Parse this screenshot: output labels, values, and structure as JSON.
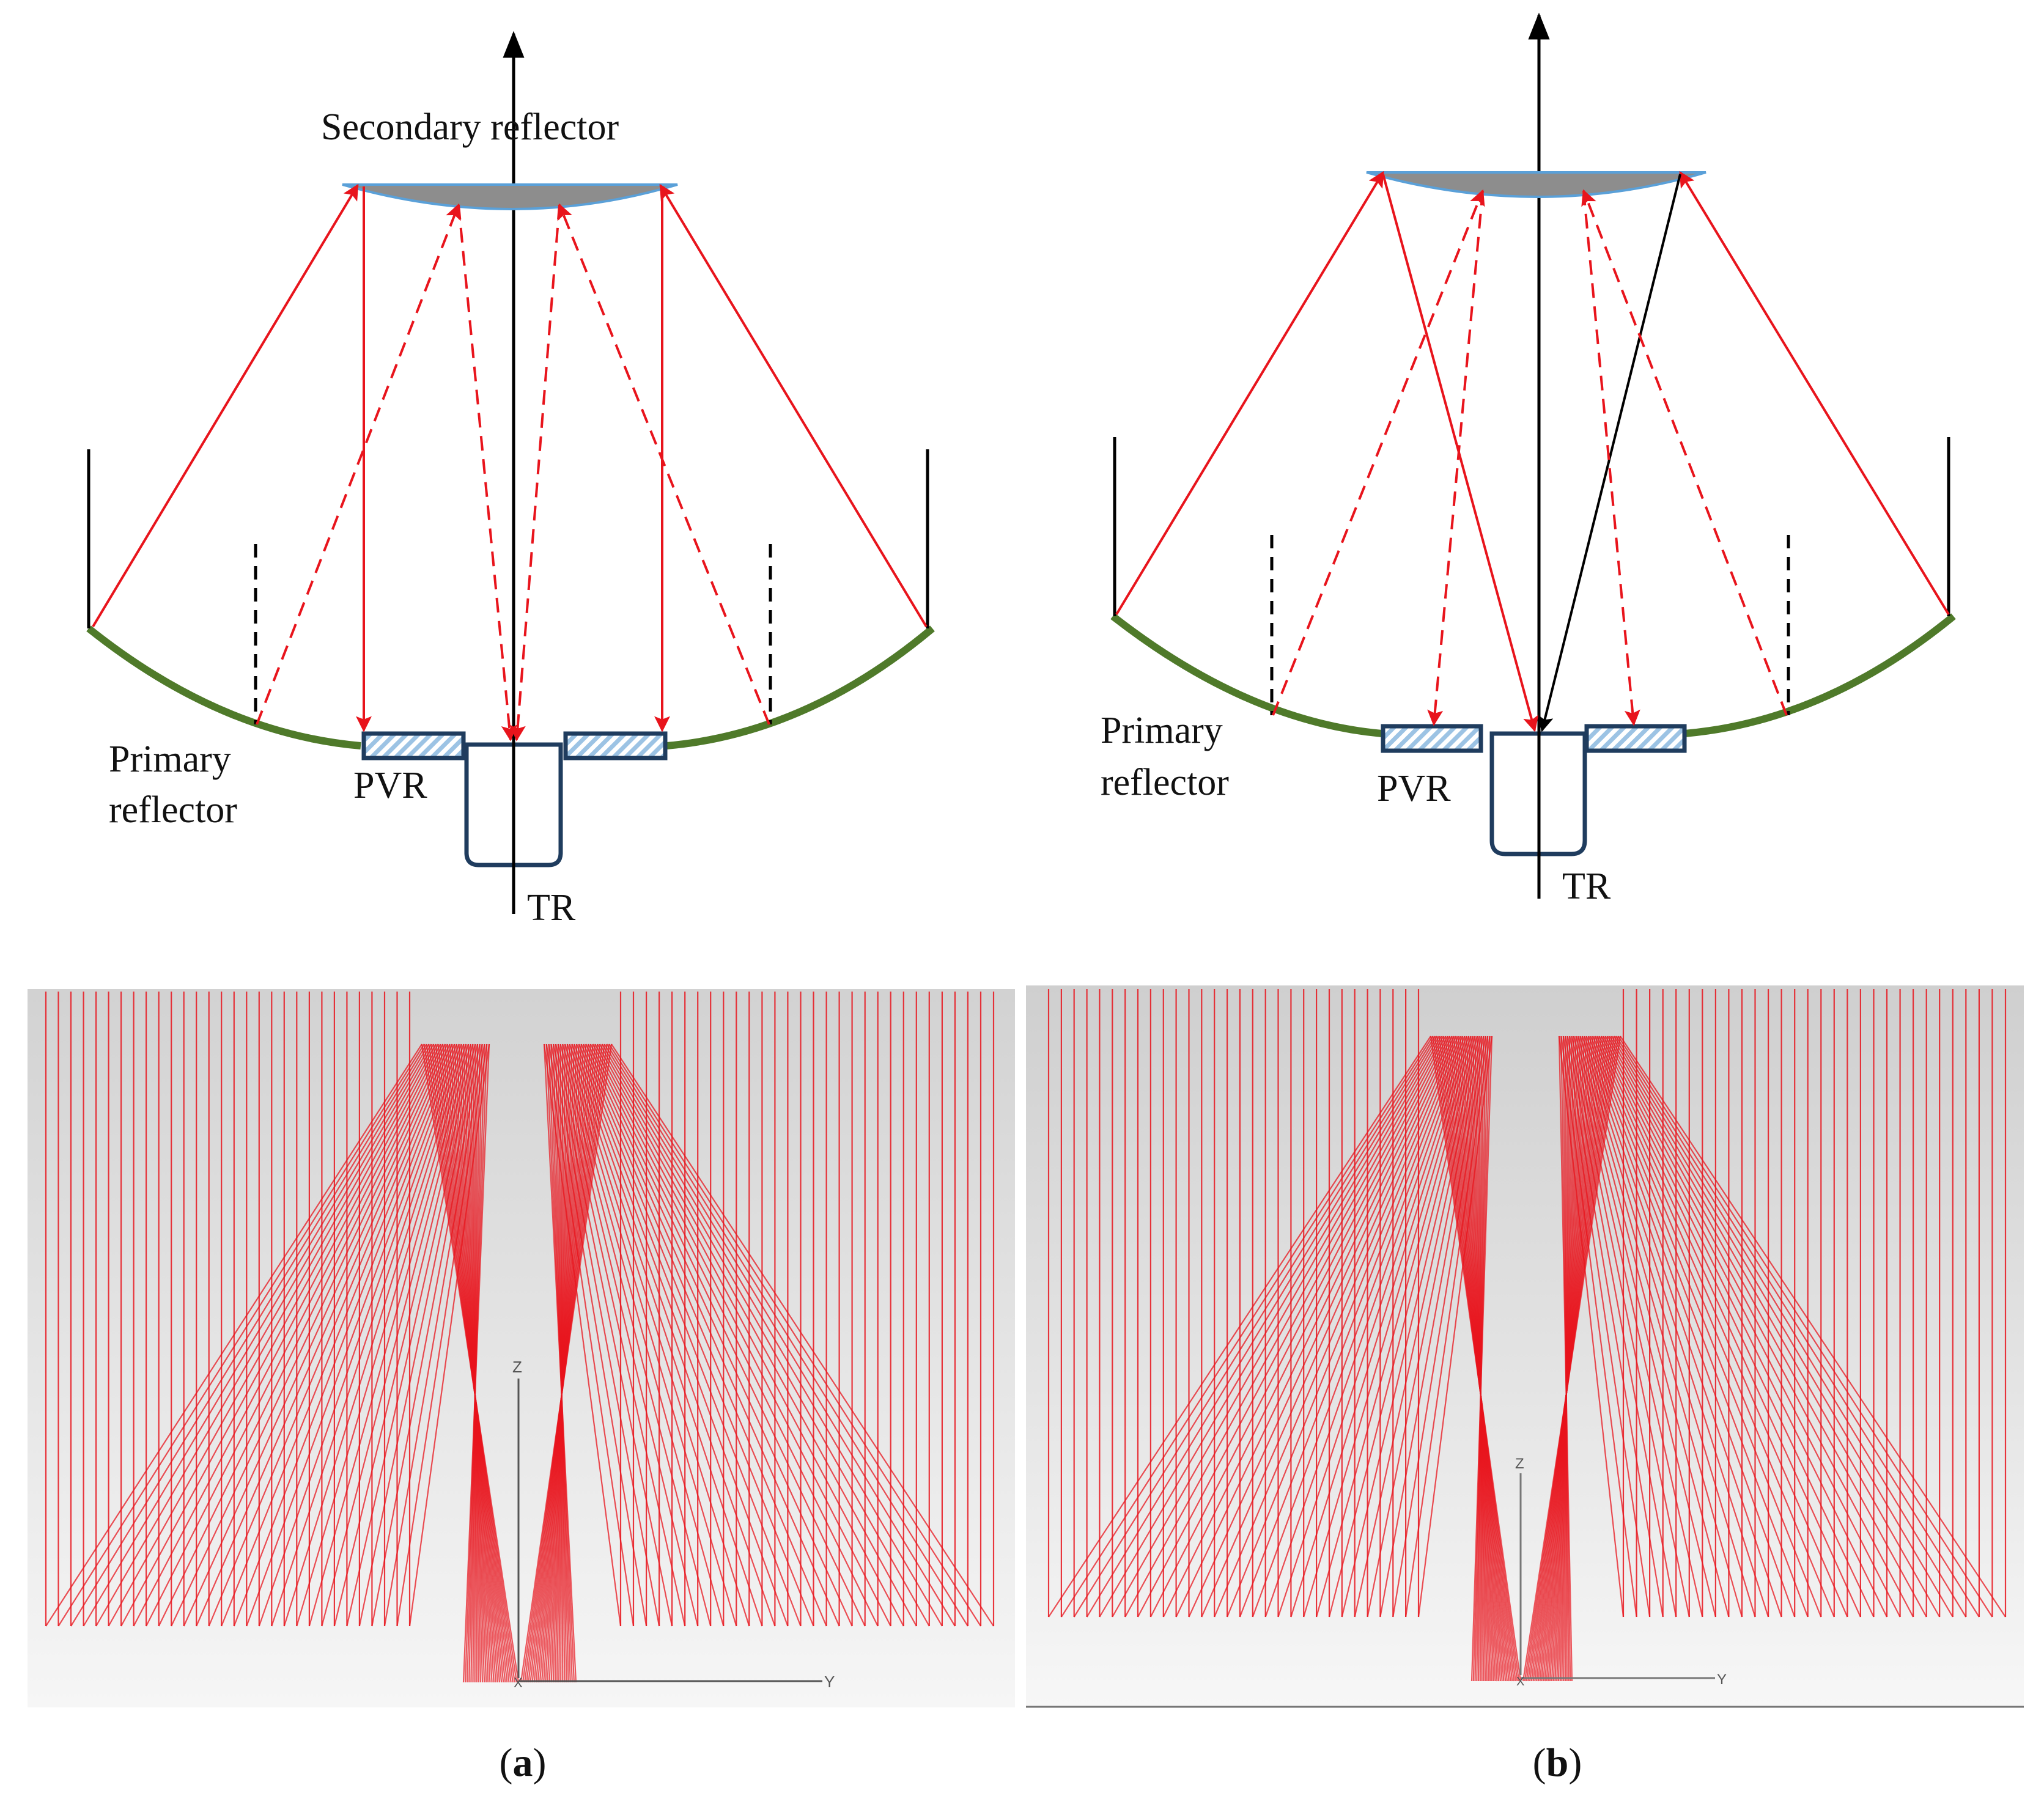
{
  "panel_a": {
    "label_secondary": "Secondary reflector",
    "label_primary_line1": "Primary",
    "label_primary_line2": "reflector",
    "label_pvr": "PVR",
    "label_tr": "TR",
    "sim_axis_z": "Z",
    "sim_axis_y": "Y",
    "sim_axis_x": "X"
  },
  "panel_b": {
    "label_primary_line1": "Primary",
    "label_primary_line2": "reflector",
    "label_pvr": "PVR",
    "label_tr": "TR",
    "sim_axis_z": "Z",
    "sim_axis_y": "Y",
    "sim_axis_x": "X"
  },
  "captions": {
    "a_open": "(",
    "a_letter": "a",
    "a_close": ")",
    "b_open": "(",
    "b_letter": "b",
    "b_close": ")"
  },
  "colors": {
    "ray": "#e8141c",
    "primary_reflector": "#4f7a2a",
    "receiver": "#1f3c5e",
    "pvr_fill": "#9cc3e4",
    "secondary_fill": "#8d8d8d",
    "secondary_edge": "#5aa0d8",
    "axis": "#000000"
  }
}
